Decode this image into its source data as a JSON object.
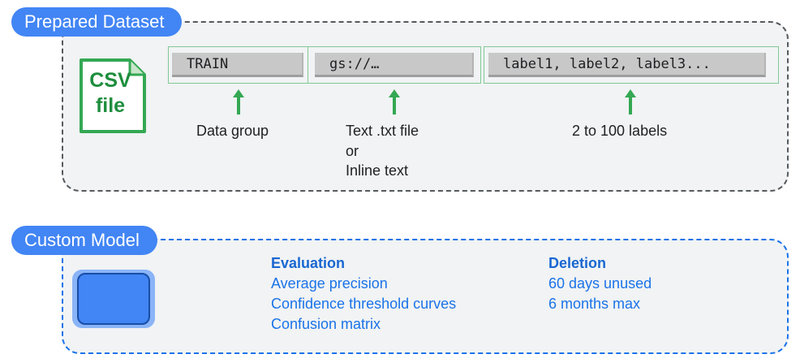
{
  "prepared_dataset": {
    "title": "Prepared Dataset",
    "file_icon_label": [
      "CSV",
      "file"
    ],
    "fields": [
      "TRAIN",
      "gs://…",
      "label1, label2, label3..."
    ],
    "captions": {
      "data_group": "Data group",
      "text_source": [
        "Text .txt file",
        "or",
        "Inline text"
      ],
      "labels": "2 to 100 labels"
    }
  },
  "custom_model": {
    "title": "Custom Model",
    "evaluation": {
      "heading": "Evaluation",
      "items": [
        "Average precision",
        "Confidence threshold curves",
        "Confusion matrix"
      ]
    },
    "deletion": {
      "heading": "Deletion",
      "items": [
        "60 days unused",
        "6 months max"
      ]
    }
  },
  "colors": {
    "accent_blue": "#4285f4",
    "arrow_green": "#34a853",
    "text_blue": "#1a73e8"
  }
}
